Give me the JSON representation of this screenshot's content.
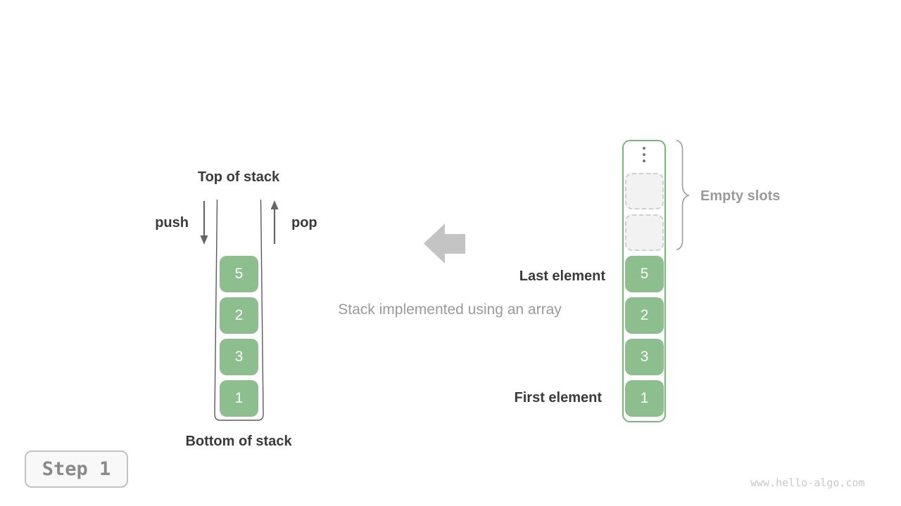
{
  "diagram_title": "Stack implemented using an array",
  "colors": {
    "cell_green": "#8dbe8d",
    "array_border_green": "#74b974",
    "dark_text": "#3a3a3a",
    "gray_text": "#9a9a9a",
    "block_arrow_gray": "#c4c4c4",
    "empty_slot_fill": "#f2f2f2",
    "empty_slot_border": "#cfcfcf",
    "watermark_gray": "#c9c9c9"
  },
  "left_stack": {
    "top_label": "Top of stack",
    "push_label": "push",
    "pop_label": "pop",
    "bottom_label": "Bottom of stack",
    "cells": [
      "5",
      "2",
      "3",
      "1"
    ]
  },
  "center": {
    "caption": "Stack implemented using an array"
  },
  "right_array": {
    "empty_slot_count": 2,
    "empty_slots_label": "Empty slots",
    "last_element_label": "Last element",
    "first_element_label": "First element",
    "cells": [
      "5",
      "2",
      "3",
      "1"
    ]
  },
  "footer": {
    "step_label": "Step 1",
    "watermark": "www.hello-algo.com"
  }
}
